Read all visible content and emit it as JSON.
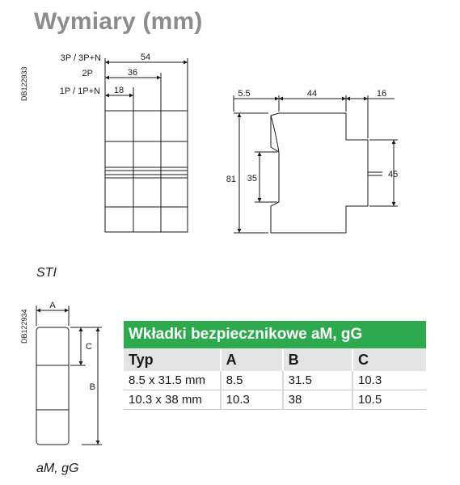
{
  "title": "Wymiary (mm)",
  "sti_figure": {
    "code": "DB122933",
    "caption": "STI",
    "labels": {
      "p3": "3P / 3P+N",
      "p2": "2P",
      "p1": "1P / 1P+N"
    },
    "widths": {
      "p3": "54",
      "p2": "36",
      "p1": "18"
    },
    "side": {
      "front": "5.5",
      "body": "44",
      "rear": "16",
      "height": "81",
      "window": "35",
      "rail": "45"
    }
  },
  "fuse_figure": {
    "code": "DB122934",
    "caption": "aM, gG",
    "labels": {
      "a": "A",
      "b": "B",
      "c": "C"
    }
  },
  "table": {
    "title": "Wkładki bezpiecznikowe aM, gG",
    "headers": [
      "Typ",
      "A",
      "B",
      "C"
    ],
    "rows": [
      [
        "8.5 x 31.5 mm",
        "8.5",
        "31.5",
        "10.3"
      ],
      [
        "10.3 x 38 mm",
        "10.3",
        "38",
        "10.5"
      ]
    ],
    "title_color": "#2eaa4e"
  }
}
